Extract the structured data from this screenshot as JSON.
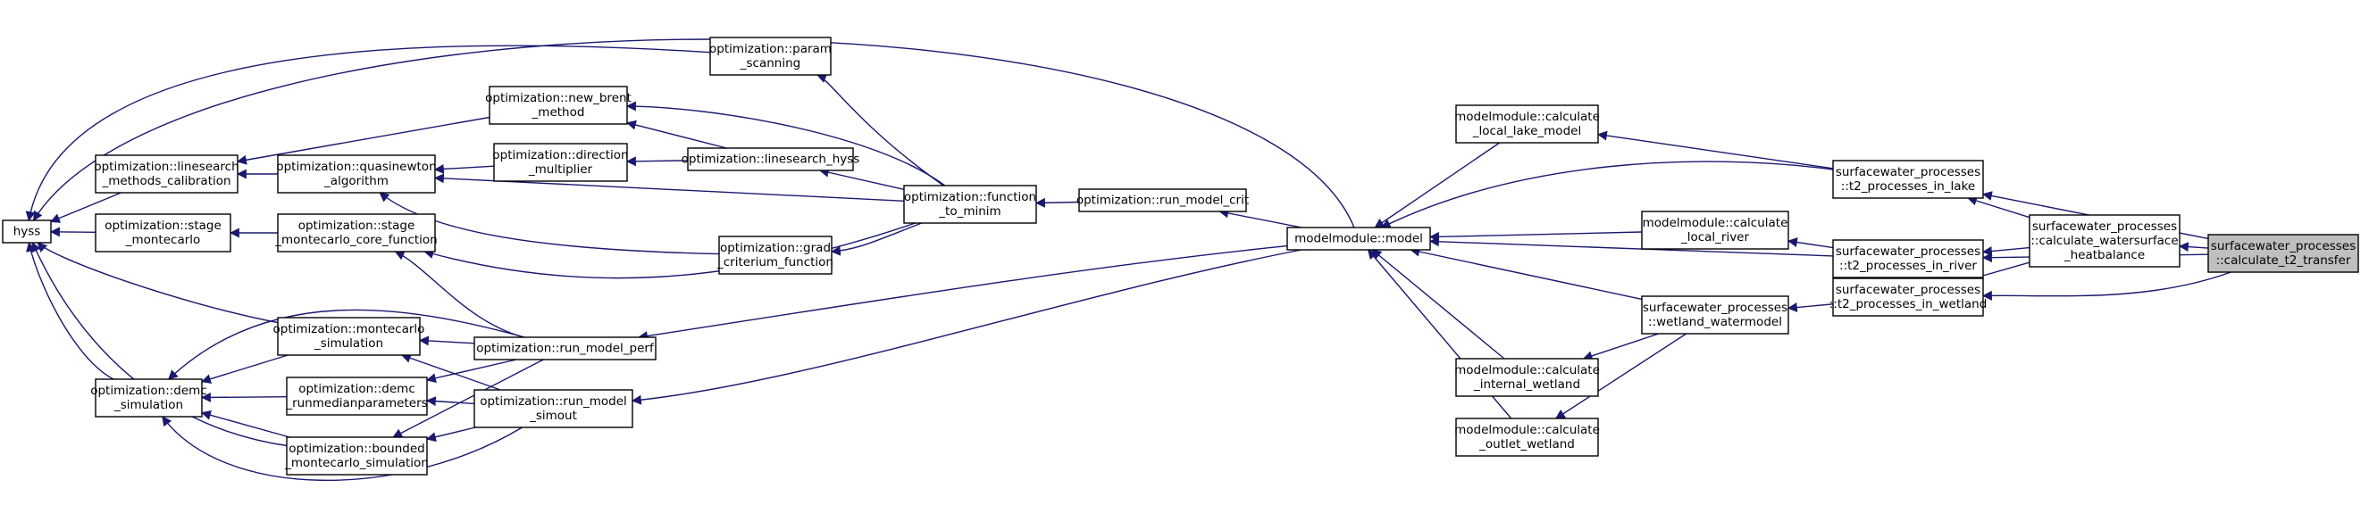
{
  "colors": {
    "edge": "#191970",
    "node_border": "#000000",
    "node_fill": "#ffffff",
    "root_fill": "#bfbfbf",
    "background": "#ffffff"
  },
  "nodes": [
    {
      "id": "hyss",
      "lines": [
        "hyss"
      ]
    },
    {
      "id": "ls_calib",
      "lines": [
        "optimization::linesearch",
        "_methods_calibration"
      ]
    },
    {
      "id": "stage_mc",
      "lines": [
        "optimization::stage",
        "_montecarlo"
      ]
    },
    {
      "id": "demc_sim",
      "lines": [
        "optimization::demc",
        "_simulation"
      ]
    },
    {
      "id": "param_scan",
      "lines": [
        "optimization::param",
        "_scanning"
      ]
    },
    {
      "id": "new_brent",
      "lines": [
        "optimization::new_brent",
        "_method"
      ]
    },
    {
      "id": "quasinewton",
      "lines": [
        "optimization::quasinewton",
        "_algorithm"
      ]
    },
    {
      "id": "direction",
      "lines": [
        "optimization::direction",
        "_multiplier"
      ]
    },
    {
      "id": "ls_hyss",
      "lines": [
        "optimization::linesearch_hyss"
      ]
    },
    {
      "id": "stage_mc_core",
      "lines": [
        "optimization::stage",
        "_montecarlo_core_function"
      ]
    },
    {
      "id": "grad",
      "lines": [
        "optimization::grad",
        "_criterium_function"
      ]
    },
    {
      "id": "mc_sim",
      "lines": [
        "optimization::montecarlo",
        "_simulation"
      ]
    },
    {
      "id": "demc_run",
      "lines": [
        "optimization::demc",
        "_runmedianparameters"
      ]
    },
    {
      "id": "bounded",
      "lines": [
        "optimization::bounded",
        "_montecarlo_simulation"
      ]
    },
    {
      "id": "func_minim",
      "lines": [
        "optimization::function",
        "_to_minim"
      ]
    },
    {
      "id": "run_crit",
      "lines": [
        "optimization::run_model_crit"
      ]
    },
    {
      "id": "run_perf",
      "lines": [
        "optimization::run_model_perf"
      ]
    },
    {
      "id": "run_simout",
      "lines": [
        "optimization::run_model",
        "_simout"
      ]
    },
    {
      "id": "model",
      "lines": [
        "modelmodule::model"
      ]
    },
    {
      "id": "calc_lake",
      "lines": [
        "modelmodule::calculate",
        "_local_lake_model"
      ]
    },
    {
      "id": "calc_river",
      "lines": [
        "modelmodule::calculate",
        "_local_river"
      ]
    },
    {
      "id": "calc_int_wetland",
      "lines": [
        "modelmodule::calculate",
        "_internal_wetland"
      ]
    },
    {
      "id": "calc_out_wetland",
      "lines": [
        "modelmodule::calculate",
        "_outlet_wetland"
      ]
    },
    {
      "id": "wetland_wm",
      "lines": [
        "surfacewater_processes",
        "::wetland_watermodel"
      ]
    },
    {
      "id": "t2_lake",
      "lines": [
        "surfacewater_processes",
        "::t2_processes_in_lake"
      ]
    },
    {
      "id": "t2_river",
      "lines": [
        "surfacewater_processes",
        "::t2_processes_in_river"
      ]
    },
    {
      "id": "t2_wetland",
      "lines": [
        "surfacewater_processes",
        "::t2_processes_in_wetland"
      ]
    },
    {
      "id": "heatbalance",
      "lines": [
        "surfacewater_processes",
        "::calculate_watersurface",
        "_heatbalance"
      ]
    },
    {
      "id": "root",
      "lines": [
        "surfacewater_processes",
        "::calculate_t2_transfer"
      ]
    }
  ],
  "edges": [
    [
      "ls_calib",
      "hyss"
    ],
    [
      "stage_mc",
      "hyss"
    ],
    [
      "demc_sim",
      "hyss"
    ],
    [
      "param_scan",
      "hyss"
    ],
    [
      "model",
      "hyss"
    ],
    [
      "mc_sim",
      "hyss"
    ],
    [
      "bounded",
      "hyss"
    ],
    [
      "new_brent",
      "ls_calib"
    ],
    [
      "quasinewton",
      "ls_calib"
    ],
    [
      "stage_mc_core",
      "stage_mc"
    ],
    [
      "mc_sim",
      "demc_sim"
    ],
    [
      "demc_run",
      "demc_sim"
    ],
    [
      "bounded",
      "demc_sim"
    ],
    [
      "func_minim",
      "param_scan"
    ],
    [
      "func_minim",
      "new_brent"
    ],
    [
      "ls_hyss",
      "new_brent"
    ],
    [
      "func_minim",
      "quasinewton"
    ],
    [
      "direction",
      "quasinewton"
    ],
    [
      "grad",
      "quasinewton"
    ],
    [
      "ls_hyss",
      "direction"
    ],
    [
      "func_minim",
      "ls_hyss"
    ],
    [
      "func_minim",
      "stage_mc_core"
    ],
    [
      "func_minim",
      "grad"
    ],
    [
      "run_perf",
      "demc_sim"
    ],
    [
      "run_perf",
      "stage_mc_core"
    ],
    [
      "run_perf",
      "mc_sim"
    ],
    [
      "run_perf",
      "demc_run"
    ],
    [
      "run_perf",
      "bounded"
    ],
    [
      "run_simout",
      "mc_sim"
    ],
    [
      "run_simout",
      "demc_run"
    ],
    [
      "run_simout",
      "bounded"
    ],
    [
      "run_simout",
      "demc_sim"
    ],
    [
      "run_crit",
      "func_minim"
    ],
    [
      "model",
      "run_crit"
    ],
    [
      "model",
      "run_perf"
    ],
    [
      "model",
      "run_simout"
    ],
    [
      "calc_lake",
      "model"
    ],
    [
      "calc_river",
      "model"
    ],
    [
      "calc_int_wetland",
      "model"
    ],
    [
      "calc_out_wetland",
      "model"
    ],
    [
      "t2_lake",
      "model"
    ],
    [
      "t2_river",
      "model"
    ],
    [
      "wetland_wm",
      "model"
    ],
    [
      "t2_lake",
      "calc_lake"
    ],
    [
      "t2_river",
      "calc_river"
    ],
    [
      "wetland_wm",
      "calc_int_wetland"
    ],
    [
      "wetland_wm",
      "calc_out_wetland"
    ],
    [
      "t2_wetland",
      "wetland_wm"
    ],
    [
      "heatbalance",
      "t2_lake"
    ],
    [
      "heatbalance",
      "t2_river"
    ],
    [
      "heatbalance",
      "t2_wetland"
    ],
    [
      "root",
      "t2_lake"
    ],
    [
      "root",
      "t2_river"
    ],
    [
      "root",
      "t2_wetland"
    ],
    [
      "root",
      "heatbalance"
    ]
  ]
}
